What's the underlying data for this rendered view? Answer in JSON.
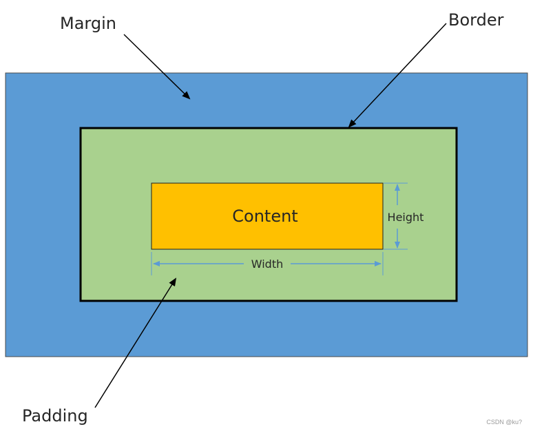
{
  "diagram": {
    "labels": {
      "margin": "Margin",
      "border": "Border",
      "padding": "Padding",
      "content": "Content",
      "height": "Height",
      "width": "Width"
    },
    "watermark": "CSDN @ku?",
    "colors": {
      "margin": "#5b9bd5",
      "padding": "#a9d18e",
      "border": "#000000",
      "content": "#ffc000",
      "dimension_lines": "#5b9bd5",
      "pointer_arrows": "#000000"
    }
  }
}
